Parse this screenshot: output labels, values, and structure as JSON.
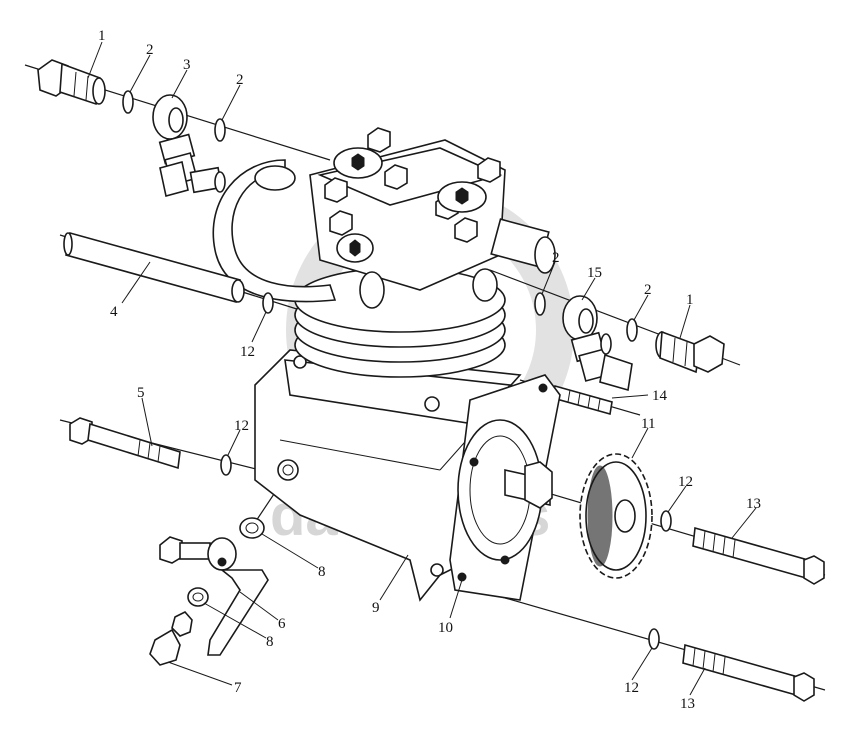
{
  "watermark": {
    "text": "data-parts",
    "color": "#d6d6d6"
  },
  "callouts": [
    {
      "id": "c1a",
      "label": "1"
    },
    {
      "id": "c2a",
      "label": "2"
    },
    {
      "id": "c3",
      "label": "3"
    },
    {
      "id": "c2b",
      "label": "2"
    },
    {
      "id": "c2c",
      "label": "2"
    },
    {
      "id": "c15",
      "label": "15"
    },
    {
      "id": "c2d",
      "label": "2"
    },
    {
      "id": "c1b",
      "label": "1"
    },
    {
      "id": "c4",
      "label": "4"
    },
    {
      "id": "c12a",
      "label": "12"
    },
    {
      "id": "c14",
      "label": "14"
    },
    {
      "id": "c5",
      "label": "5"
    },
    {
      "id": "c12b",
      "label": "12"
    },
    {
      "id": "c11",
      "label": "11"
    },
    {
      "id": "c12c",
      "label": "12"
    },
    {
      "id": "c13a",
      "label": "13"
    },
    {
      "id": "c8a",
      "label": "8"
    },
    {
      "id": "c9",
      "label": "9"
    },
    {
      "id": "c6",
      "label": "6"
    },
    {
      "id": "c8b",
      "label": "8"
    },
    {
      "id": "c10",
      "label": "10"
    },
    {
      "id": "c7",
      "label": "7"
    },
    {
      "id": "c12d",
      "label": "12"
    },
    {
      "id": "c13b",
      "label": "13"
    }
  ]
}
